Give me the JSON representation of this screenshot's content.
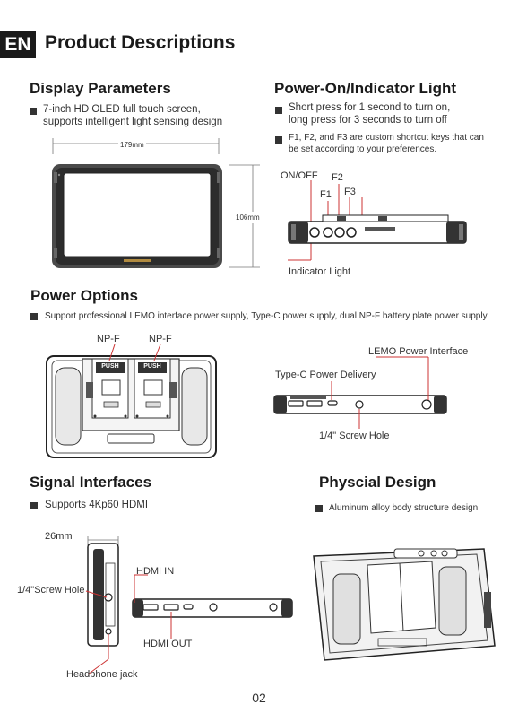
{
  "header": {
    "lang": "EN",
    "title": "Product Descriptions"
  },
  "display": {
    "title": "Display Parameters",
    "bullet_line1": "7-inch HD OLED full touch screen,",
    "bullet_line2": "supports intelligent light sensing design",
    "width_label": "179mm",
    "height_label": "106mm"
  },
  "power_on": {
    "title": "Power-On/Indicator Light",
    "bullet1_line1": "Short press for 1 second to turn on,",
    "bullet1_line2": "long press for 3 seconds to turn off",
    "bullet2_line1": "F1, F2, and F3 are custom shortcut keys that can",
    "bullet2_line2": "be set according to your preferences.",
    "on_off": "ON/OFF",
    "f1": "F1",
    "f2": "F2",
    "f3": "F3",
    "indicator": "Indicator Light"
  },
  "power_options": {
    "title": "Power Options",
    "bullet": "Support professional LEMO interface power supply, Type-C power supply, dual NP-F battery plate power supply",
    "npf1": "NP-F",
    "npf2": "NP-F",
    "push": "PUSH",
    "lemo": "LEMO Power Interface",
    "typec": "Type-C Power Delivery",
    "screw": "1/4\" Screw Hole"
  },
  "signal": {
    "title": "Signal Interfaces",
    "bullet": "Supports 4Kp60 HDMI",
    "depth": "26mm",
    "screw": "1/4\"Screw Hole",
    "hdmi_in": "HDMI IN",
    "hdmi_out": "HDMI OUT",
    "headphone": "Headphone jack"
  },
  "physical": {
    "title": "Physcial Design",
    "bullet": "Aluminum alloy body structure design"
  },
  "page_number": "02"
}
